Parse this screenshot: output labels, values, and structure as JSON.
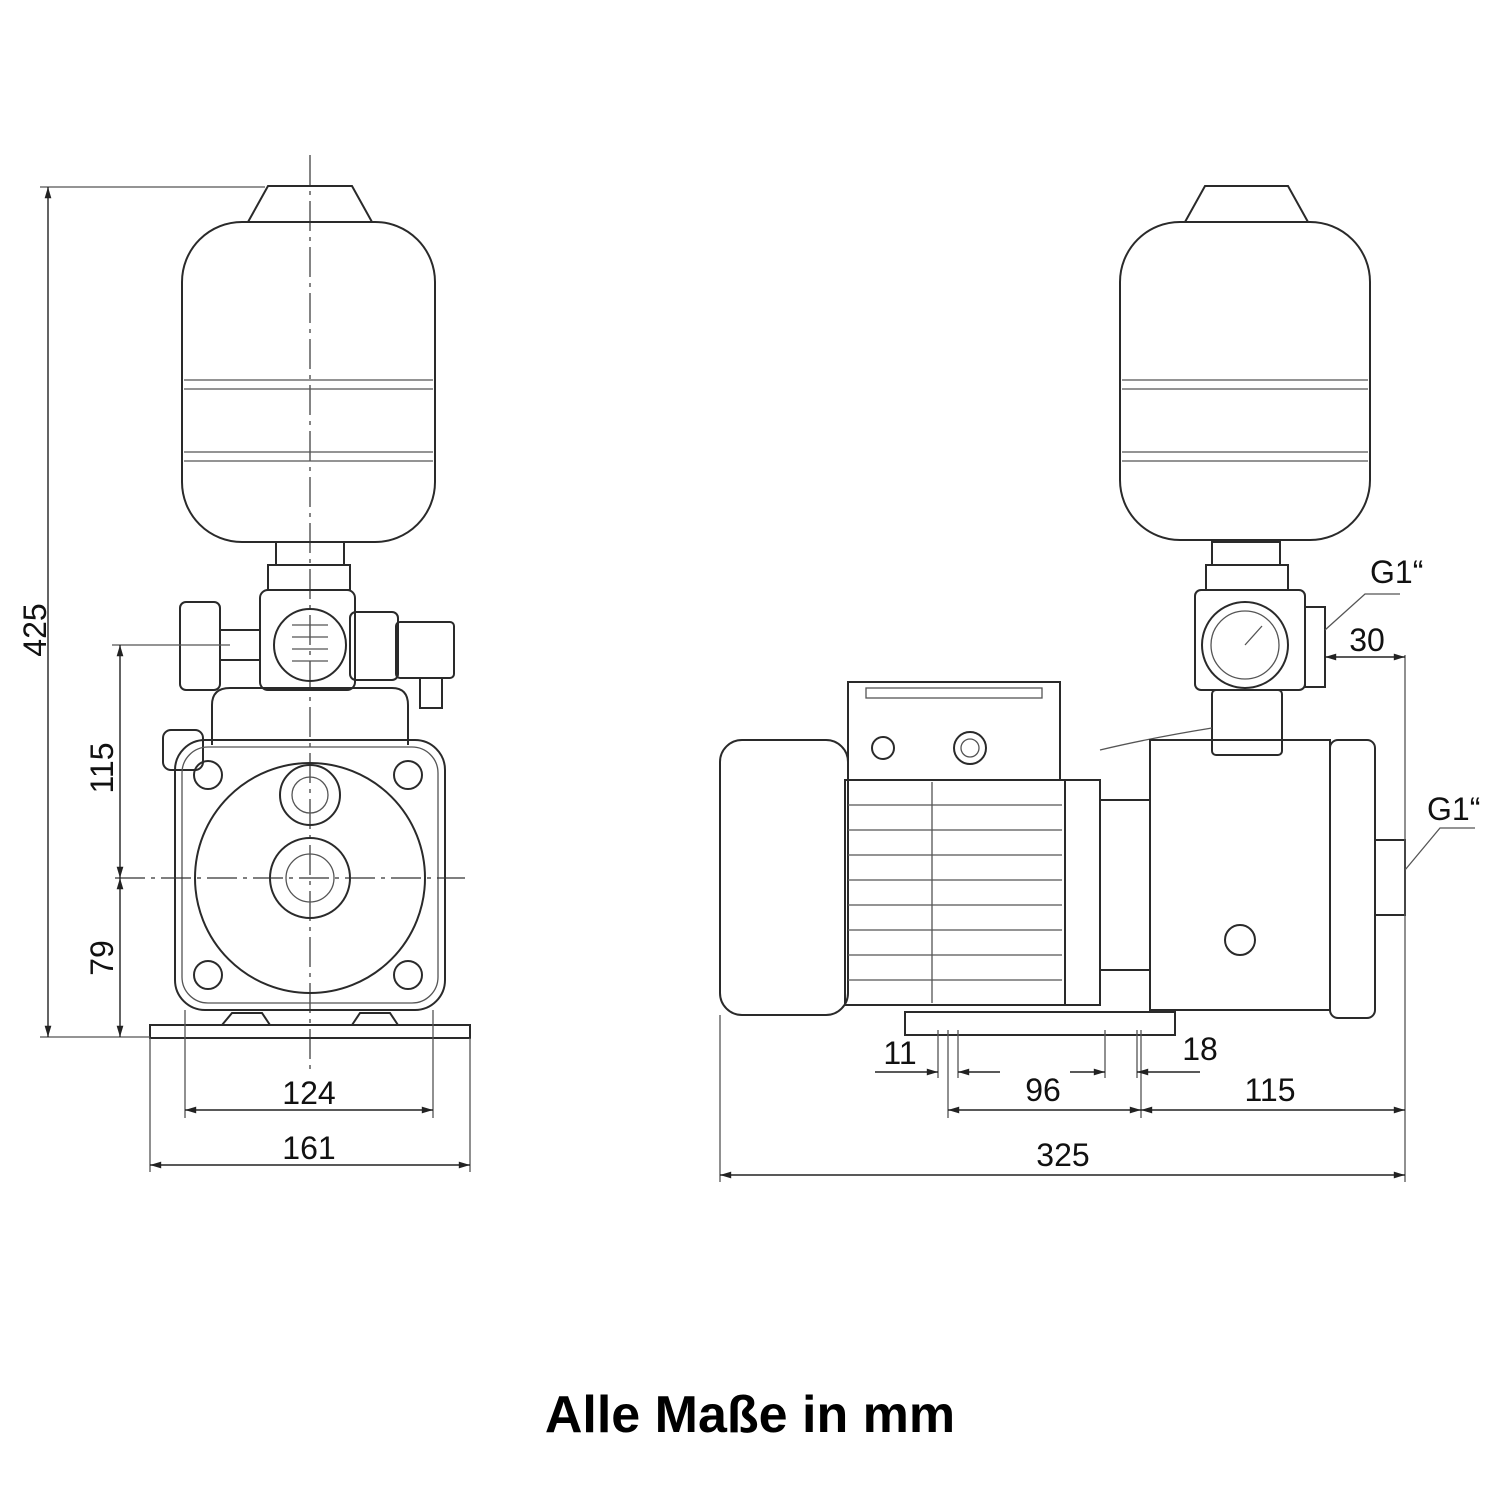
{
  "title": "Alle Maße in mm",
  "front_view": {
    "dimensions": {
      "total_height": "425",
      "outlet_height": "115",
      "inlet_height": "79",
      "foot_spacing": "124",
      "base_width": "161"
    }
  },
  "side_view": {
    "dimensions": {
      "foot_slot_left": "11",
      "foot_spacing": "96",
      "foot_slot_right": "18",
      "foot_to_outlet": "115",
      "total_length": "325",
      "outlet_offset": "30"
    },
    "threads": {
      "outlet": "G1“",
      "inlet": "G1“"
    }
  }
}
